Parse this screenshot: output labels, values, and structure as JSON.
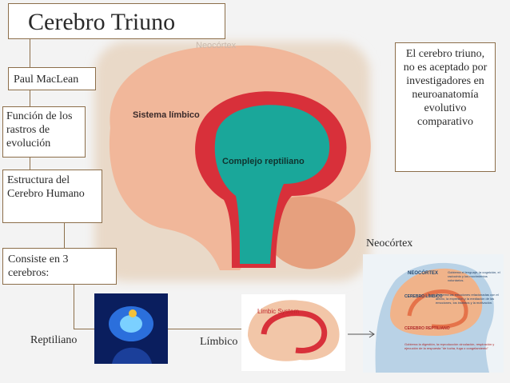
{
  "title": "Cerebro Triuno",
  "author_box": "Paul MacLean",
  "funcion_box": "Función de los rastros de evolución",
  "estructura_box": "Estructura del Cerebro Humano",
  "consiste_box": "Consiste en 3 cerebros:",
  "note_box": "El cerebro triuno, no es aceptado por investigadores en neuroanatomía evolutivo comparativo",
  "labels": {
    "reptiliano": "Reptiliano",
    "limbico": "Límbico",
    "neocortex": "Neocórtex"
  },
  "main_image": {
    "watermark": "Neocórtex",
    "sistema_limbico": "Sistema límbico",
    "complejo_reptiliano": "Complejo reptiliano"
  },
  "limbic_image": {
    "label": "Limbic System"
  },
  "neocortex_image": {
    "neocortex_label": "NEOCÓRTEX",
    "neocortex_desc": "Gobierna el lenguaje, la cognición, el raciocinio y los movimientos voluntarios.",
    "limbico_label": "CEREBRO LÍMBICO",
    "limbico_desc": "Gobierna las emociones relacionadas con el afecto, la expresión y la mediación de las emociones, los instintos y la motivación.",
    "reptiliano_label": "CEREBRO REPTILIANO",
    "reptiliano_desc": "Gobierna la digestión, la reproducción circulación, respiración y ejecución de la respuesta \"de lucha, fuga o congelamiento\""
  },
  "colors": {
    "border": "#8c6e4a",
    "limbic_red": "#d8303a",
    "reptilian_teal": "#1aa79a",
    "brain_pink": "#f1b79a"
  }
}
